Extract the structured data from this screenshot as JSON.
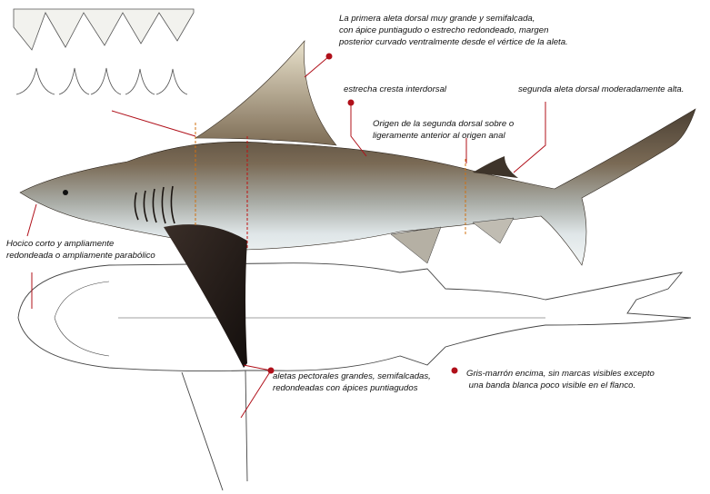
{
  "annotations": {
    "first_dorsal": [
      "La primera aleta dorsal muy grande y semifalcada,",
      "con ápice puntiagudo o estrecho redondeado, margen",
      "posterior curvado ventralmente desde el vértice de la aleta."
    ],
    "interdorsal_ridge": "estrecha cresta interdorsal",
    "second_dorsal": "segunda aleta dorsal moderadamente alta.",
    "second_dorsal_origin": [
      "Origen de la segunda dorsal sobre o",
      "ligeramente anterior al origen anal"
    ],
    "snout": [
      "Hocico corto y ampliamente",
      "redondeada o ampliamente parabólico"
    ],
    "pectoral_fins": [
      "aletas pectorales grandes, semifalcadas,",
      "redondeadas con  ápices puntiagudos"
    ],
    "coloration": [
      "Gris-marrón encima, sin marcas visibles excepto",
      " una banda blanca poco visible en el flanco."
    ]
  },
  "colors": {
    "marker": "#b0101a",
    "dorsal": "#6e5f4c",
    "belly": "#dfe6e8",
    "fin_dark": "#221a17"
  }
}
